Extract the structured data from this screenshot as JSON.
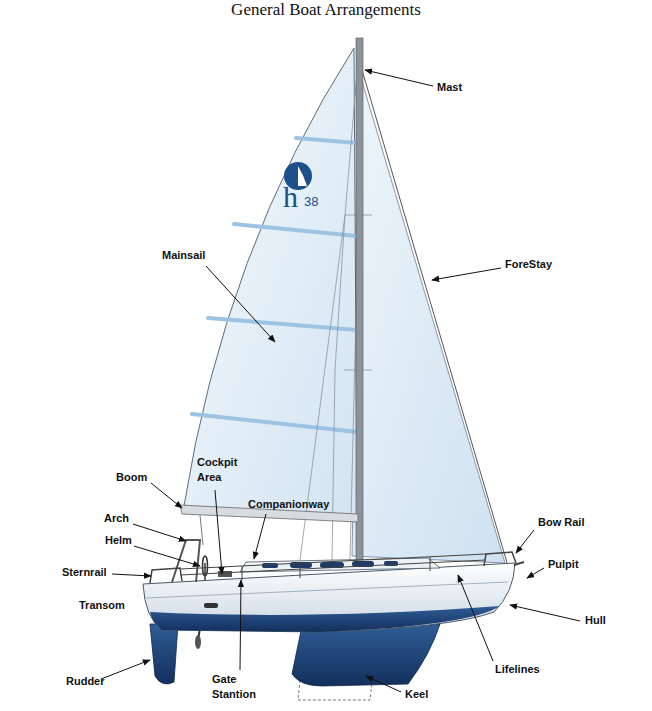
{
  "diagram": {
    "title": "General Boat Arrangements",
    "labels": [
      "h",
      "38",
      "Mast",
      "Mainsail",
      "ForeStay",
      "Cockpit Area",
      "Boom",
      "Companionway",
      "Arch",
      "Bow Rail",
      "Helm",
      "Pulpit",
      "Sternrail",
      "Transom",
      "Hull",
      "Lifelines",
      "Rudder",
      "Gate Stantion",
      "Keel"
    ]
  }
}
